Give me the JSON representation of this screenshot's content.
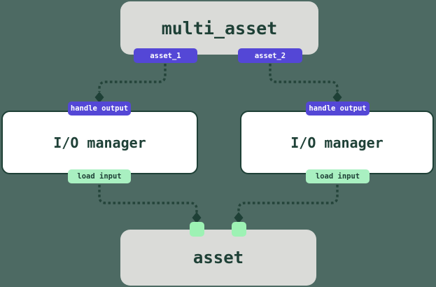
{
  "diagram": {
    "multi_asset": {
      "label": "multi_asset",
      "outputs": [
        "asset_1",
        "asset_2"
      ]
    },
    "io_manager_left": {
      "label": "I/O manager",
      "input_tag": "handle output",
      "output_tag": "load input"
    },
    "io_manager_right": {
      "label": "I/O manager",
      "input_tag": "handle output",
      "output_tag": "load input"
    },
    "asset": {
      "label": "asset"
    }
  },
  "colors": {
    "background": "#4d6a63",
    "node_fill": "#dadbd8",
    "node_text": "#1e4036",
    "io_fill": "#ffffff",
    "io_border": "#1e4036",
    "purple_tag": "#5447d6",
    "purple_tag_text": "#ffffff",
    "green_tag": "#a9f0c1",
    "green_tag_text": "#1e4036",
    "green_square": "#9df2b4",
    "connector": "#24443a",
    "arrowhead": "#1e4036"
  }
}
